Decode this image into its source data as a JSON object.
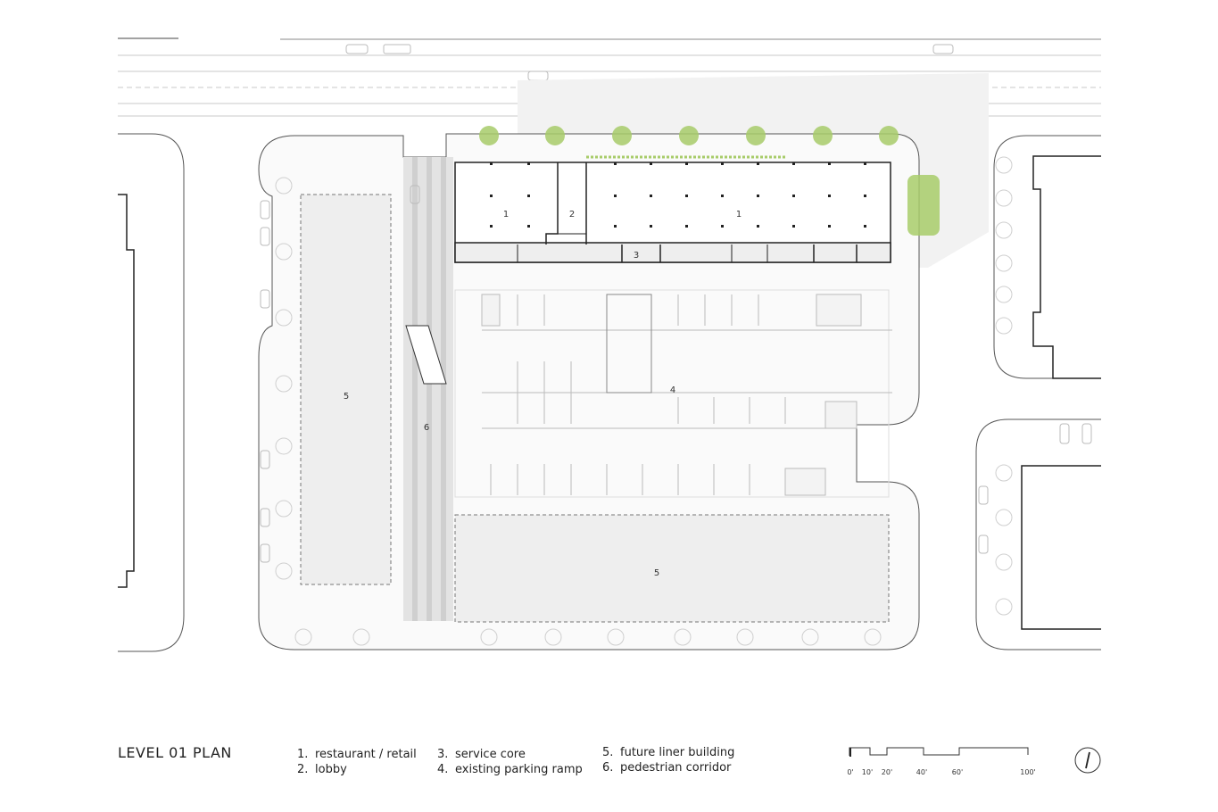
{
  "plan": {
    "title": "LEVEL 01 PLAN",
    "area_labels": {
      "retail_west": "1",
      "lobby": "2",
      "retail_east": "1",
      "service_core": "3",
      "parking_ramp": "4",
      "liner_west": "5",
      "liner_south": "5",
      "ped_corridor": "6"
    },
    "legend": [
      {
        "num": "1.",
        "text": "restaurant / retail"
      },
      {
        "num": "2.",
        "text": "lobby"
      },
      {
        "num": "3.",
        "text": "service core"
      },
      {
        "num": "4.",
        "text": "existing parking ramp"
      },
      {
        "num": "5.",
        "text": "future liner building"
      },
      {
        "num": "6.",
        "text": "pedestrian corridor"
      }
    ],
    "scale_bar": {
      "ticks": [
        "0'",
        "10'",
        "20'",
        "40'",
        "60'",
        "100'"
      ]
    },
    "north_arrow": "north-arrow-icon",
    "colors": {
      "line": "#222222",
      "thin_line": "#bdbdbd",
      "gray_fill": "#eeeeee",
      "tree_green": "#a8cc6a"
    }
  }
}
